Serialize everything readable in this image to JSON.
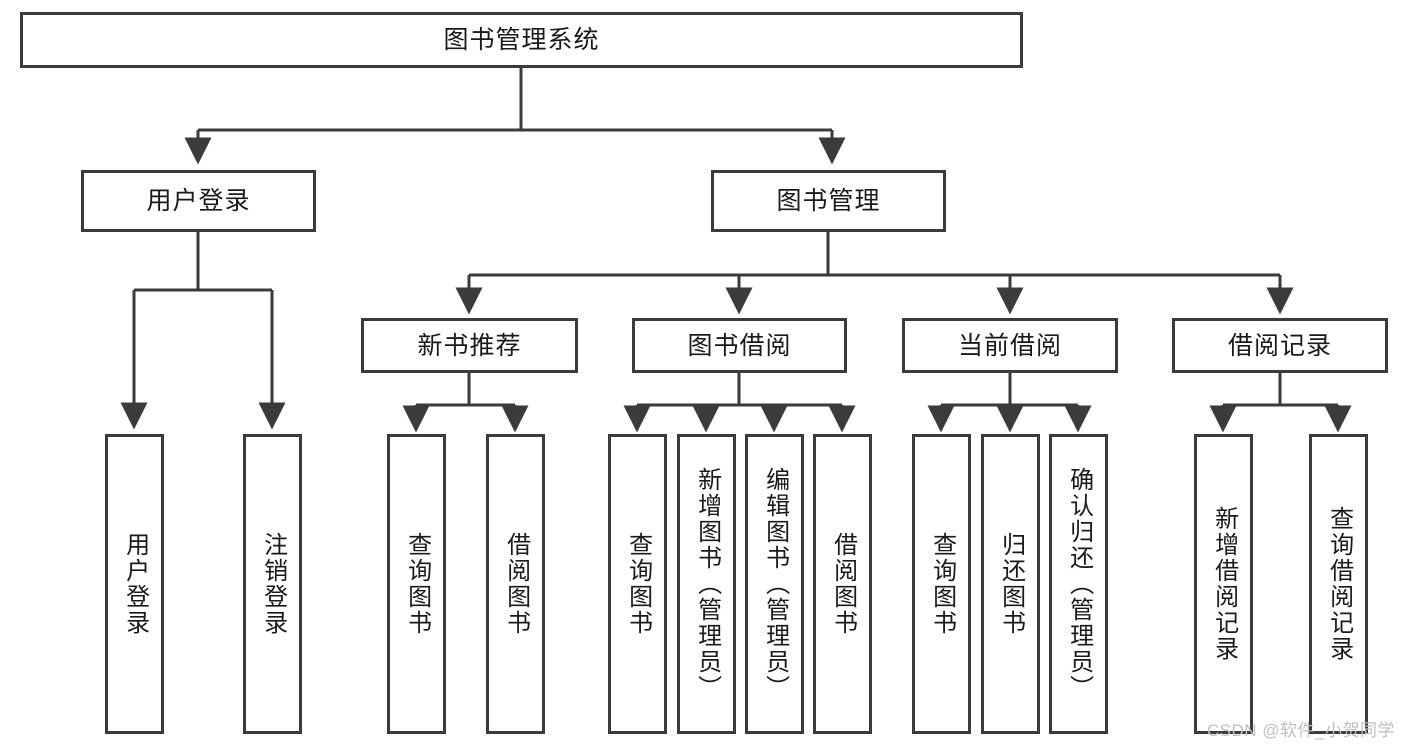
{
  "diagram": {
    "title": "图书管理系统",
    "watermark": "CSDN @软件_小贺同学",
    "style": {
      "stroke": "#3b3b3b",
      "background": "#ffffff",
      "text": "#1a1a1a",
      "watermark_color": "#bfbfbf"
    },
    "levels": {
      "root": {
        "label": "图书管理系统"
      },
      "level2": [
        {
          "label": "用户登录"
        },
        {
          "label": "图书管理"
        }
      ],
      "level3": [
        {
          "label": "新书推荐"
        },
        {
          "label": "图书借阅"
        },
        {
          "label": "当前借阅"
        },
        {
          "label": "借阅记录"
        }
      ],
      "leaves": {
        "user_login": [
          {
            "label": "用户登录"
          },
          {
            "label": "注销登录"
          }
        ],
        "new_book_recommend": [
          {
            "label": "查询图书"
          },
          {
            "label": "借阅图书"
          }
        ],
        "book_borrow": [
          {
            "label": "查询图书"
          },
          {
            "label": "新增图书（管理员）"
          },
          {
            "label": "编辑图书（管理员）"
          },
          {
            "label": "借阅图书"
          }
        ],
        "current_borrow": [
          {
            "label": "查询图书"
          },
          {
            "label": "归还图书"
          },
          {
            "label": "确认归还（管理员）"
          }
        ],
        "borrow_record": [
          {
            "label": "新增借阅记录"
          },
          {
            "label": "查询借阅记录"
          }
        ]
      }
    }
  }
}
